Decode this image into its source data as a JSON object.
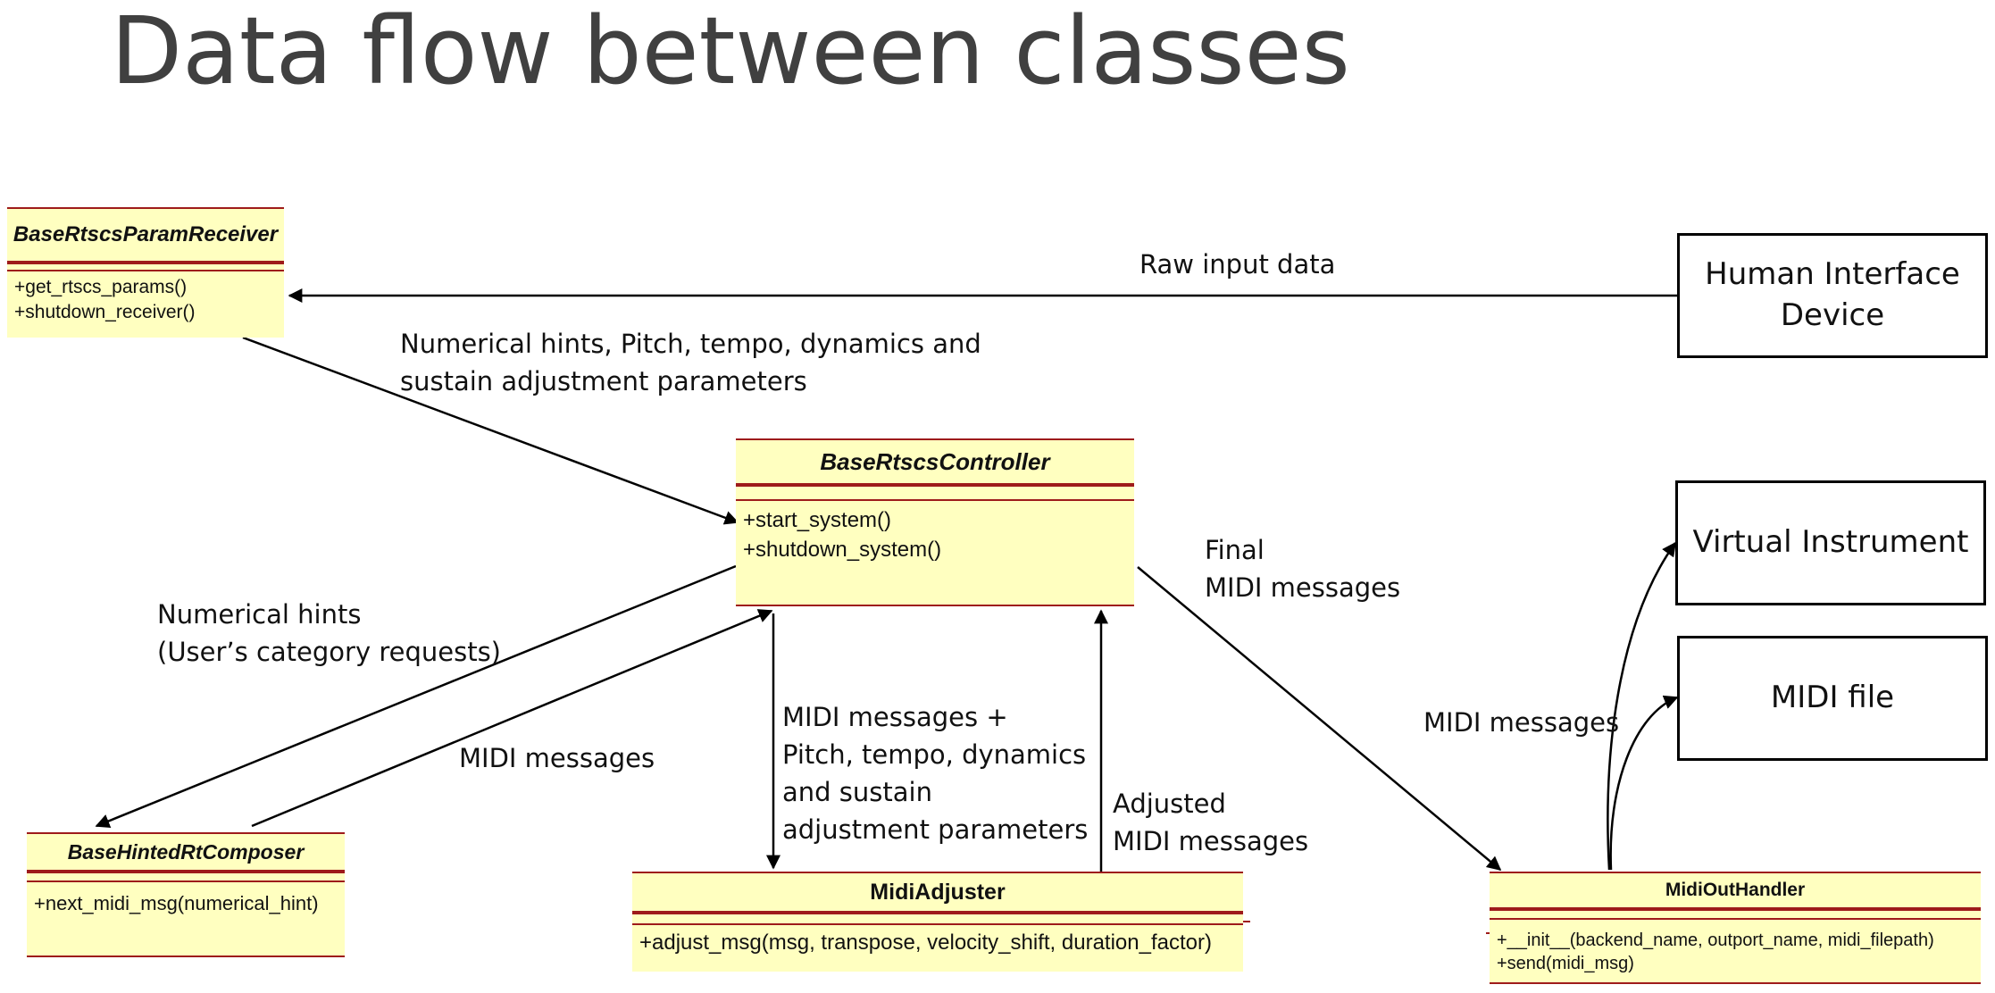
{
  "title": "Data flow between classes",
  "classes": {
    "receiver": {
      "name": "BaseRtscsParamReceiver",
      "methods": [
        "+get_rtscs_params()",
        "+shutdown_receiver()"
      ]
    },
    "controller": {
      "name": "BaseRtscsController",
      "methods": [
        "+start_system()",
        "+shutdown_system()"
      ]
    },
    "composer": {
      "name": "BaseHintedRtComposer",
      "methods": [
        "+next_midi_msg(numerical_hint)"
      ]
    },
    "adjuster": {
      "name": "MidiAdjuster",
      "methods": [
        "+adjust_msg(msg, transpose, velocity_shift, duration_factor)"
      ]
    },
    "out_handler": {
      "name": "MidiOutHandler",
      "methods": [
        "+__init__(backend_name, outport_name, midi_filepath)",
        "+send(midi_msg)"
      ]
    }
  },
  "devices": {
    "hid": [
      "Human Interface",
      "Device"
    ],
    "virtual_instrument": "Virtual Instrument",
    "midi_file": "MIDI file"
  },
  "flows": {
    "raw_input": "Raw input data",
    "params": [
      "Numerical hints, Pitch, tempo, dynamics and",
      "sustain adjustment parameters"
    ],
    "hints": [
      "Numerical hints",
      "(User’s category requests)"
    ],
    "composer_midi": "MIDI messages",
    "to_adjuster": [
      "MIDI messages +",
      "Pitch, tempo, dynamics",
      "and sustain",
      "adjustment parameters"
    ],
    "adjusted": [
      "Adjusted",
      "MIDI messages"
    ],
    "final": [
      "Final",
      "MIDI messages"
    ],
    "out_midi": "MIDI messages"
  },
  "colors": {
    "class_fill": "#ffffc0",
    "class_border": "#9e1b1b",
    "title": "#404040"
  }
}
